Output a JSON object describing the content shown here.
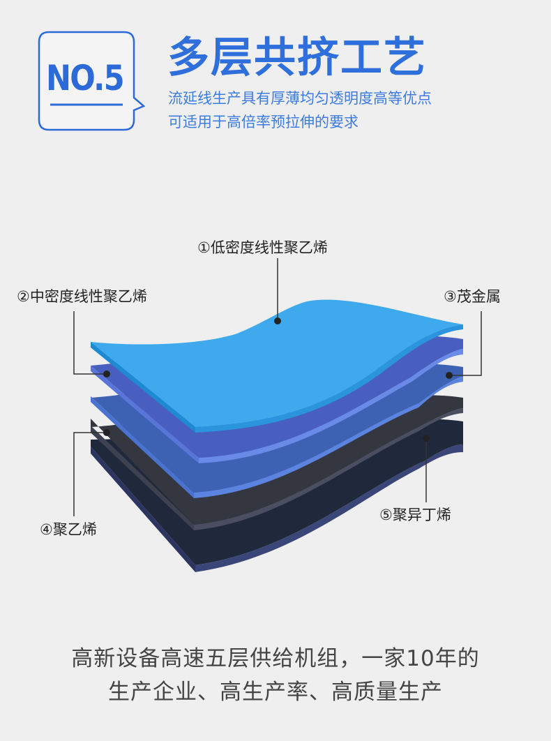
{
  "header": {
    "badge": "NO.5",
    "title": "多层共挤工艺",
    "subtitle_line1": "流延线生产具有厚薄均匀透明度高等优点",
    "subtitle_line2": "可适用于高倍率预拉伸的要求"
  },
  "layers": [
    {
      "label": "①低密度线性聚乙烯",
      "color": "#3ea6ec"
    },
    {
      "label": "②中密度线性聚乙烯",
      "color": "#4a6fc8"
    },
    {
      "label": "③茂金属",
      "color": "#3e62b4"
    },
    {
      "label": "④聚乙烯",
      "color": "#3b3e48"
    },
    {
      "label": "⑤聚异丁烯",
      "color": "#243050"
    }
  ],
  "footer": {
    "line1": "高新设备高速五层供给机组，一家10年的",
    "line2": "生产企业、高生产率、高质量生产"
  },
  "colors": {
    "background": "#efefef",
    "accent": "#2f6fdc"
  }
}
